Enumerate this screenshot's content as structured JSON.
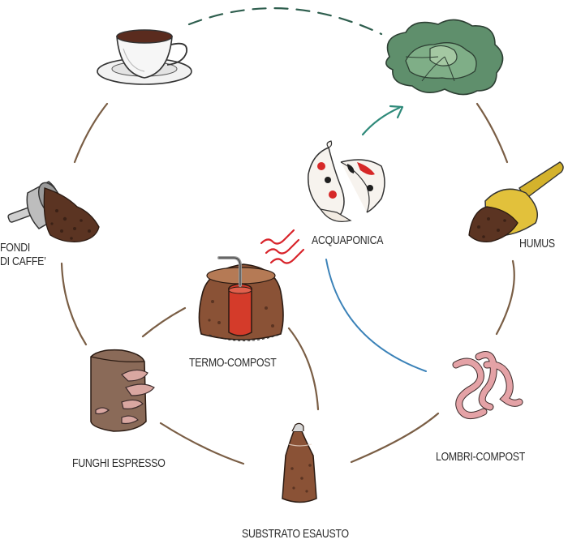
{
  "labels": {
    "fondi_line1": "FONDI",
    "fondi_line2": "DI CAFFE’",
    "humus": "HUMUS",
    "acquaponica": "ACQUAPONICA",
    "termo_compost": "TERMO-COMPOST",
    "funghi_espresso": "FUNGHI ESPRESSO",
    "lombri_compost": "LOMBRI-COMPOST",
    "substrato_esausto": "SUBSTRATO ESAUSTO"
  },
  "icons": [
    "coffee-cup-icon",
    "lettuce-icon",
    "coffee-grounds-portafilter-icon",
    "humus-scoop-icon",
    "koi-fish-icon",
    "heat-waves-icon",
    "thermo-compost-mound-icon",
    "oyster-mushroom-block-icon",
    "worms-icon",
    "spent-substrate-bag-icon"
  ],
  "colors": {
    "cycle_line": "#7a5e45",
    "aquaponics_arrow": "#2f8a7a",
    "aquaponics_line": "#3b82b8",
    "heat": "#d8232a",
    "text": "#2b2b2b"
  }
}
